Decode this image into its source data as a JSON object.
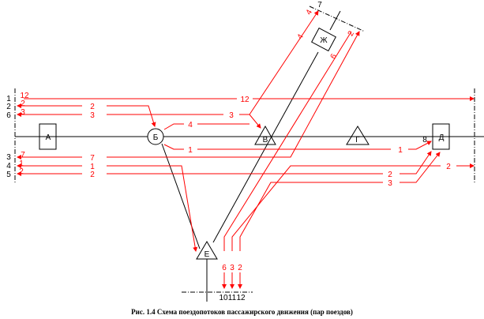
{
  "caption": "Рис. 1.4 Схема поездопотоков пассажирского движения (пар поездов)",
  "stations": {
    "a": "А",
    "b": "Б",
    "v": "В",
    "g": "Г",
    "d": "Д",
    "e": "Е",
    "zh": "Ж"
  },
  "left_labels": [
    "1",
    "2",
    "6",
    "3",
    "4",
    "5"
  ],
  "bottom_labels": [
    "10",
    "11",
    "12"
  ],
  "top_labels": [
    "7"
  ],
  "right_label": "8",
  "flows": {
    "f12": "12",
    "f2a": "2",
    "f3a": "3",
    "f4": "4",
    "f3b": "3",
    "f1": "1",
    "f7": "7",
    "f1b": "1",
    "f2b": "2",
    "f2c": "2",
    "f3c": "3",
    "f6": "6",
    "f3d": "3",
    "f2d": "2",
    "d4": "4",
    "d6": "6",
    "d4b": "4",
    "d2": "2"
  },
  "colors": {
    "flow": "#ff0000",
    "line": "#000000"
  }
}
